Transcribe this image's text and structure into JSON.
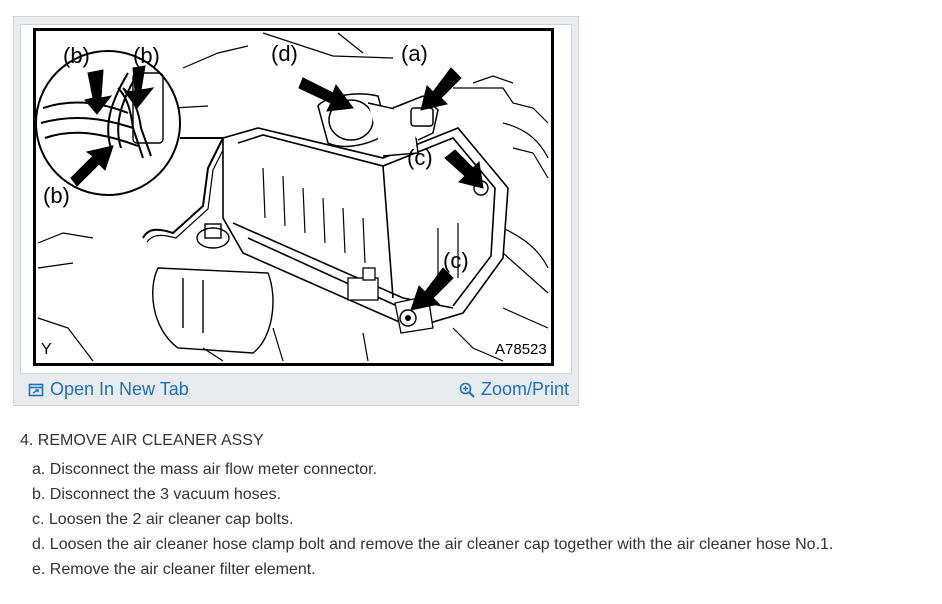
{
  "figure": {
    "callouts": {
      "b1": "(b)",
      "b2": "(b)",
      "b3": "(b)",
      "d": "(d)",
      "a": "(a)",
      "c1": "(c)",
      "c2": "(c)"
    },
    "corner_mark": "Y",
    "figure_id": "A78523"
  },
  "toolbar": {
    "open_tab_label": "Open In New Tab",
    "zoom_print_label": "Zoom/Print"
  },
  "procedure": {
    "title": "4. REMOVE AIR CLEANER ASSY",
    "steps": [
      "a. Disconnect the mass air flow meter connector.",
      "b. Disconnect the 3 vacuum hoses.",
      "c. Loosen the 2 air cleaner cap bolts.",
      "d. Loosen the air cleaner hose clamp bolt and remove the air cleaner cap together with the air cleaner hose No.1.",
      "e. Remove the air cleaner filter element."
    ]
  }
}
